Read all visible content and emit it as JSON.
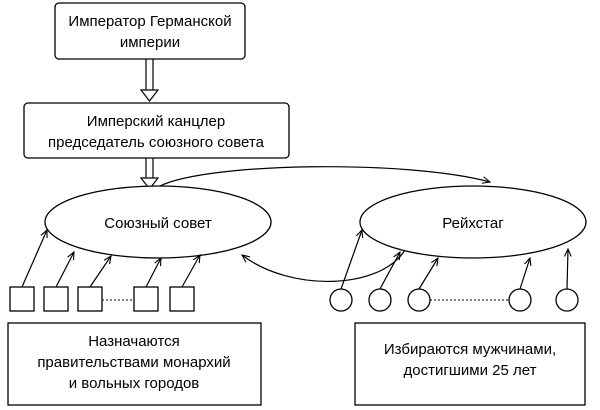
{
  "emperor": {
    "line1": "Император Германской",
    "line2": "империи"
  },
  "chancellor": {
    "line1": "Имперский канцлер",
    "line2": "председатель союзного совета"
  },
  "federal_council": {
    "label": "Союзный совет"
  },
  "reichstag": {
    "label": "Рейхстаг"
  },
  "appointed_note": {
    "line1": "Назначаются",
    "line2": "правительствами монархий",
    "line3": "и вольных городов"
  },
  "elected_note": {
    "line1": "Избираются мужчинами,",
    "line2": "достигшими 25 лет"
  }
}
